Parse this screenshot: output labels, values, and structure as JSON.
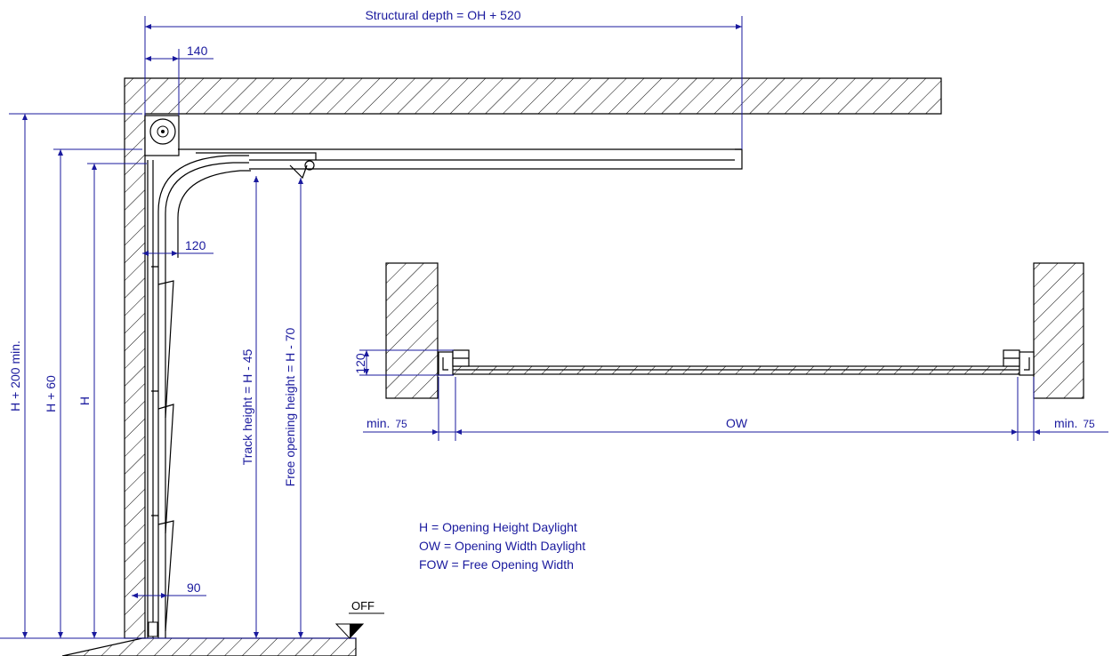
{
  "side_view": {
    "structural_depth_label": "Structural depth = OH + 520",
    "dim_140": "140",
    "dim_120": "120",
    "dim_90": "90",
    "dim_h200": "H + 200 min.",
    "dim_h60": "H + 60",
    "dim_h": "H",
    "track_height": "Track height = H - 45",
    "free_opening_height": "Free opening height = H - 70",
    "floor_marker": "OFF"
  },
  "plan_view": {
    "dim_120": "120",
    "min_left_prefix": "min.",
    "min_left_value": "75",
    "min_right_prefix": "min.",
    "min_right_value": "75",
    "ow": "OW"
  },
  "legend": {
    "items": [
      "H = Opening Height Daylight",
      "OW = Opening Width Daylight",
      "FOW = Free Opening Width"
    ]
  },
  "colors": {
    "dimension": "#1a1a9e",
    "object": "#000000"
  }
}
